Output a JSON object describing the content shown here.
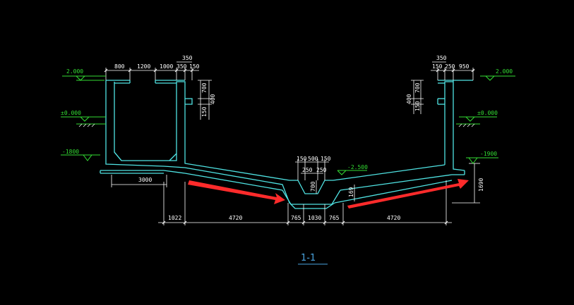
{
  "drawing": {
    "section_label": "1-1",
    "colors": {
      "background": "#000000",
      "structure": "#4fe3e3",
      "dimension": "#ffffff",
      "level": "#33dd33",
      "annotation_arrow": "#ff2b2b",
      "section_label": "#4aa3df"
    },
    "level_marks": {
      "left_top": "2.000",
      "left_ground": "±0.000",
      "left_bottom": "-1800",
      "right_top": "2.000",
      "right_ground": "±0.000",
      "right_bottom": "-1900",
      "center_bottom": "-2.500"
    },
    "dimensions": {
      "top_left": [
        "800",
        "1200",
        "1000",
        "350",
        "150"
      ],
      "top_left_350": "350",
      "top_right_350": "350",
      "top_right": [
        "150",
        "250",
        "950"
      ],
      "left_wall_vertical": [
        "700",
        "400",
        "150"
      ],
      "right_wall_vertical": [
        "400",
        "700",
        "150"
      ],
      "center_top": [
        "150",
        "500",
        "150"
      ],
      "center_mid": [
        "250",
        "250"
      ],
      "center_depth": "700",
      "right_step": "169",
      "right_height": "1690",
      "left_base": "3000",
      "bottom_chain": [
        "1022",
        "4720",
        "765",
        "1030",
        "765",
        "4720"
      ]
    },
    "icons": {
      "arrows": [
        "arrow-icon",
        "arrow-icon"
      ]
    }
  }
}
